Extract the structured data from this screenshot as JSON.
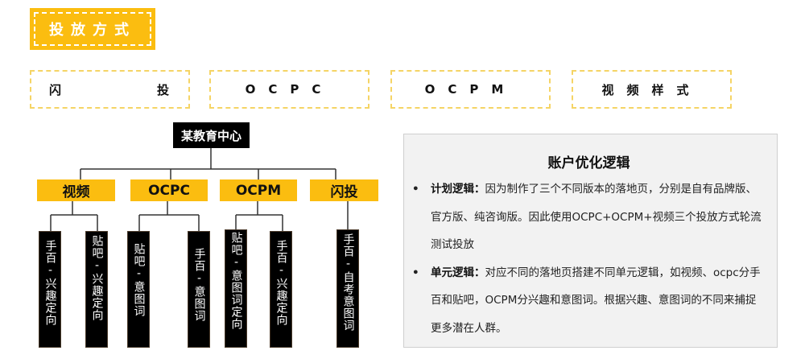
{
  "header": {
    "title": "投放方式"
  },
  "methods": [
    "闪",
    "投",
    "OCPC",
    "OCPM",
    "视频样式"
  ],
  "tree": {
    "root": "某教育中心",
    "branches": [
      {
        "label": "视频",
        "leaves": [
          "手百-兴趣定向",
          "贴吧-兴趣定向"
        ]
      },
      {
        "label": "OCPC",
        "leaves": [
          "贴吧-意图词",
          "手百-意图词"
        ]
      },
      {
        "label": "OCPM",
        "leaves": [
          "贴吧-意图词定向",
          "手百-兴趣定向"
        ]
      },
      {
        "label": "闪投",
        "leaves": [
          "手百-自考意图词"
        ]
      }
    ]
  },
  "panel": {
    "title": "账户优化逻辑",
    "items": [
      {
        "bullet": "•",
        "heading": "计划逻辑：",
        "text": "因为制作了三个不同版本的落地页，分别是自有品牌版、官方版、纯咨询版。因此使用OCPC+OCPM+视频三个投放方式轮流测试投放"
      },
      {
        "bullet": "•",
        "heading": "单元逻辑：",
        "text": "对应不同的落地页搭建不同单元逻辑，如视频、ocpc分手百和贴吧，OCPM分兴趣和意图词。根据兴趣、意图词的不同来捕捉更多潜在人群。"
      }
    ]
  },
  "colors": {
    "accent": "#fbbd10",
    "dark": "#000000"
  }
}
